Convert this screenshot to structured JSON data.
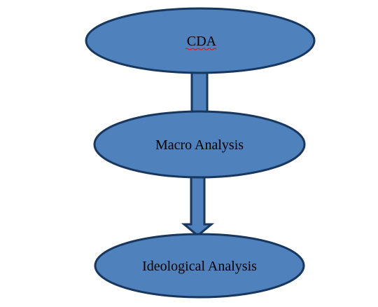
{
  "diagram": {
    "nodes": [
      {
        "id": "cda",
        "label": "CDA"
      },
      {
        "id": "macro",
        "label": "Macro Analysis"
      },
      {
        "id": "ideological",
        "label": "Ideological Analysis"
      }
    ],
    "edges": [
      {
        "from": "cda",
        "to": "macro"
      },
      {
        "from": "macro",
        "to": "ideological"
      }
    ],
    "colors": {
      "fill": "#4f81bd",
      "stroke": "#17375e",
      "text": "#000000",
      "spellcheck_underline": "#ff0000"
    }
  }
}
